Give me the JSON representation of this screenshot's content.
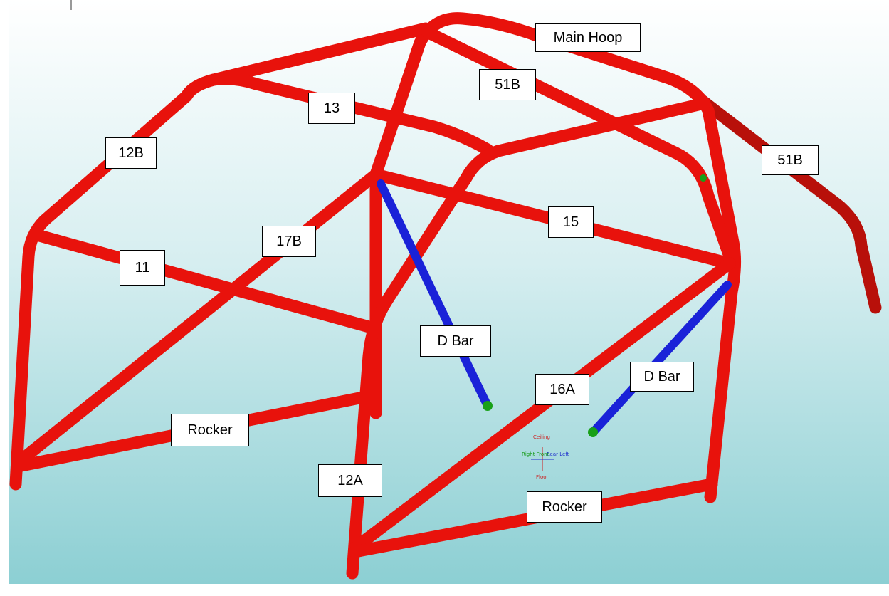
{
  "labels": {
    "main_hoop": "Main Hoop",
    "b51_top": "51B",
    "b51_right": "51B",
    "b13": "13",
    "b12b": "12B",
    "b17b": "17B",
    "b15": "15",
    "b11": "11",
    "dbar_left": "D Bar",
    "dbar_right": "D Bar",
    "b16a": "16A",
    "rocker_left": "Rocker",
    "rocker_right": "Rocker",
    "b12a": "12A"
  },
  "gizmo": {
    "ceiling": "Ceiling",
    "floor": "Floor",
    "right_front": "Right Front",
    "rear_left": "Rear Left"
  },
  "colors": {
    "tube": "#e8120c",
    "tube_dark": "#b30808",
    "diagonal": "#1a22d8",
    "endcap": "#18a018",
    "background_top": "#ffffff",
    "background_bottom": "#8ccfd3"
  }
}
